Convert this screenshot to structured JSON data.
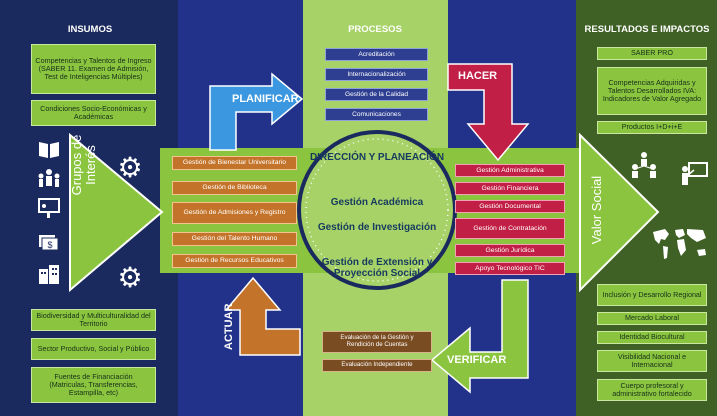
{
  "colors": {
    "navy": "#1b2a5e",
    "blue": "#22318a",
    "light_green": "#a6d267",
    "green": "#8bc53f",
    "dark_green": "#3f6125",
    "orange": "#c4742a",
    "crimson": "#c11f45",
    "sky_blue": "#3b97df"
  },
  "headers": {
    "insumos": "INSUMOS",
    "procesos": "PROCESOS",
    "resultados": "RESULTADOS E IMPACTOS"
  },
  "insumos": {
    "top": [
      "Competencias y Talentos de Ingreso (SABER 11. Examen de Admisión, Test de Inteligencias Múltiples)",
      "Condiciones Socio-Económicas y Académicas"
    ],
    "bottom": [
      "Biodiversidad y Multiculturalidad del Territorio",
      "Sector Productivo, Social y Público",
      "Fuentes de Financiación (Matriculas, Transferencias, Estampilla, etc)"
    ]
  },
  "grupos_label": "Grupos de Interés",
  "valor_label": "Valor Social",
  "procesos_top": [
    "Acreditación",
    "Internacionalización",
    "Gestión de la Calidad",
    "Comunicaciones"
  ],
  "arrows": {
    "planificar": "PLANIFICAR",
    "hacer": "HACER",
    "actuar": "ACTUAR",
    "verificar": "VERIFICAR"
  },
  "left_items": [
    "Gestión de Bienestar Universitario",
    "Gestión de Biblioteca",
    "Gestión de Admisiones y Registro",
    "Gestión del Talento Humano",
    "Gestión de Recursos Educativos"
  ],
  "right_items": [
    "Gestión Administrativa",
    "Gestión Financiera",
    "Gestión Documental",
    "Gestión de Contratación",
    "Gestión Jurídica",
    "Apoyo Tecnológico TIC"
  ],
  "center": {
    "title": "DIRECCIÓN Y PLANEACIÓN",
    "items": [
      "Gestión Académica",
      "Gestión de Investigación",
      "Gestión de Extensión y Proyección Social"
    ]
  },
  "evaluation": [
    "Evaluación de la Gestión y Rendición de Cuentas",
    "Evaluación Independiente"
  ],
  "resultados": {
    "top": [
      "SABER PRO",
      "Competencias Adquiridas y Talentos Desarrollados IVA: Indicadores de Valor Agregado",
      "Productos I+D+i+E"
    ],
    "bottom": [
      "Inclusión y Desarrollo Regional",
      "Mercado Laboral",
      "Identidad Biocultural",
      "Visibilidad Nacional e Internacional",
      "Cuerpo profesoral y administrativo fortalecido"
    ]
  },
  "icons": [
    "book-icon",
    "people-icon",
    "presentation-icon",
    "money-icon",
    "buildings-icon",
    "gear-icon",
    "team-icon",
    "teacher-board-icon",
    "world-map-icon"
  ]
}
